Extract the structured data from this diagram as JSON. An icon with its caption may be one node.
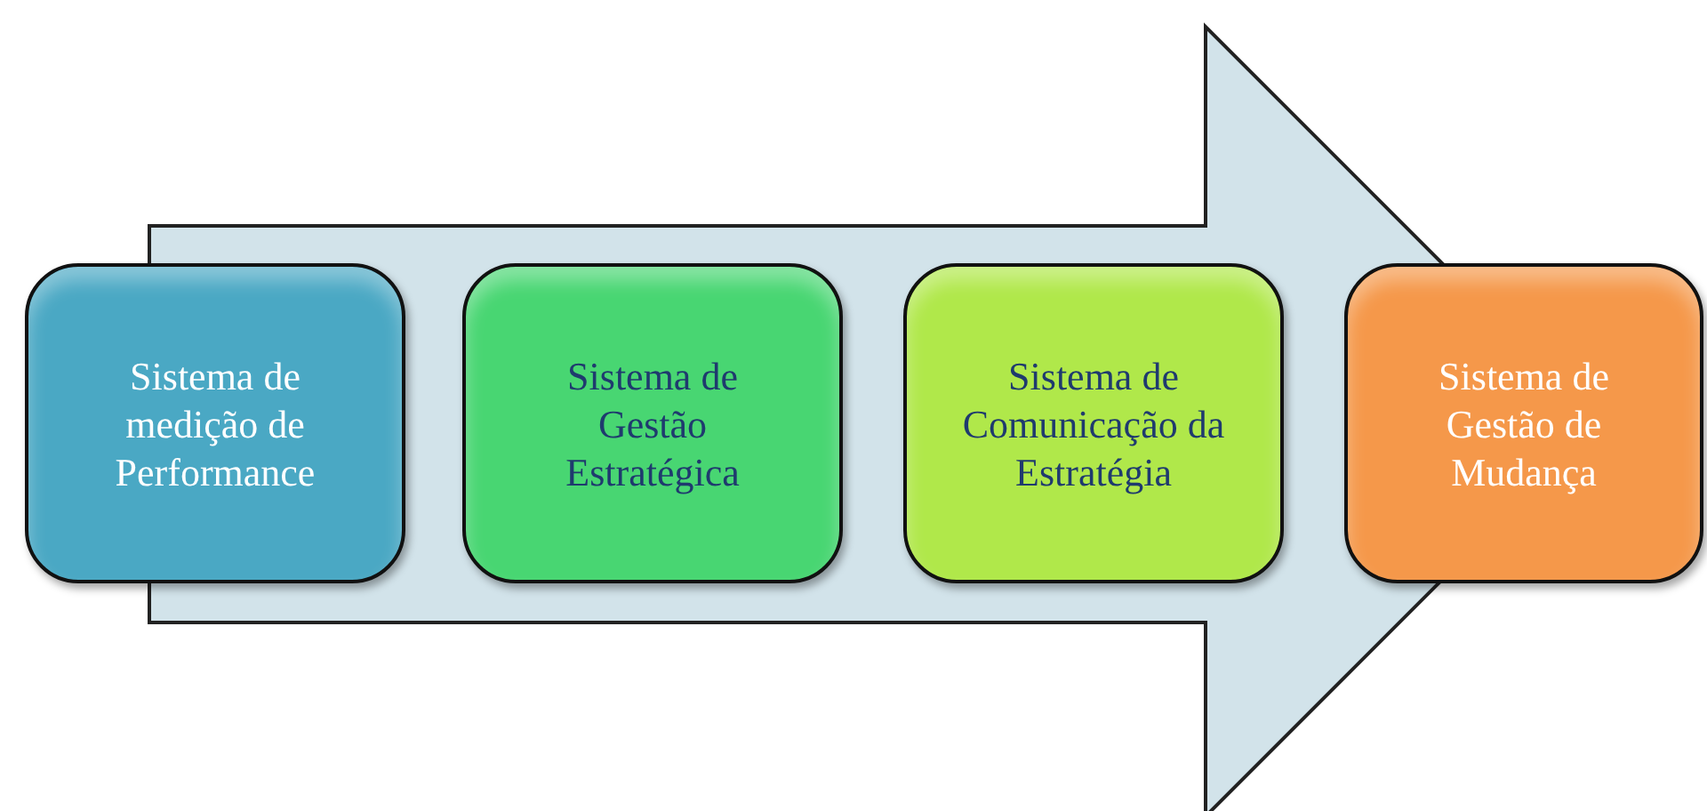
{
  "diagram": {
    "nodes": [
      {
        "text": [
          "Sistema de medição de Performance"
        ]
      },
      {
        "text": [
          "Sistema de Gestão Estratégica"
        ]
      },
      {
        "text": [
          "Sistema de Comunicação da Estratégia"
        ]
      },
      {
        "text": [
          "Sistema de Gestão de Mudança"
        ]
      }
    ],
    "edges": [
      {
        "from": 0,
        "to": 3,
        "arrow": "to"
      }
    ]
  }
}
